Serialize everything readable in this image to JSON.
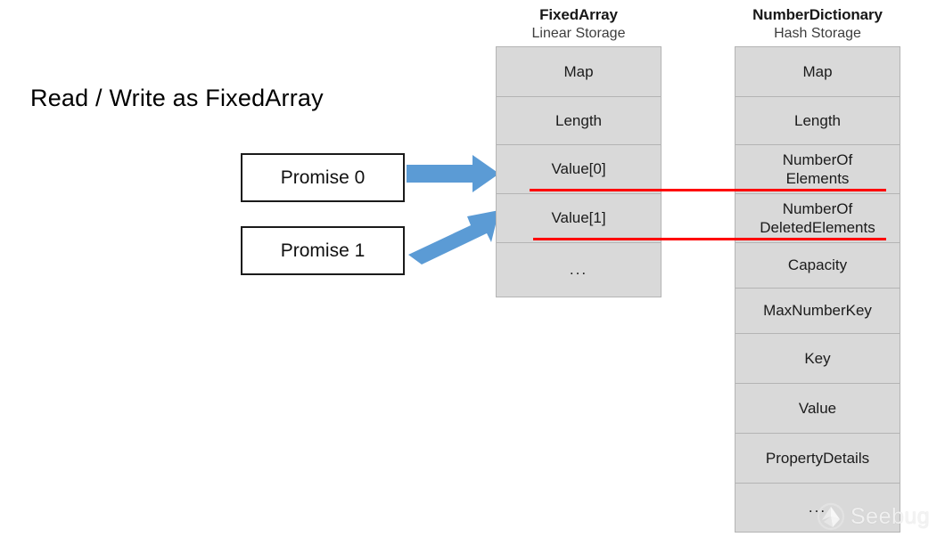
{
  "caption": "Read / Write as FixedArray",
  "promises": [
    {
      "label": "Promise 0"
    },
    {
      "label": "Promise 1"
    }
  ],
  "arrows": [
    {
      "name": "arrow-to-value0",
      "color": "#5B9BD5"
    },
    {
      "name": "arrow-to-value1",
      "color": "#5B9BD5"
    }
  ],
  "structs": [
    {
      "title": "FixedArray",
      "subtitle": "Linear Storage",
      "cells": [
        {
          "lines": [
            "Map"
          ]
        },
        {
          "lines": [
            "Length"
          ]
        },
        {
          "lines": [
            "Value[0]"
          ]
        },
        {
          "lines": [
            "Value[1]"
          ]
        },
        {
          "lines": [
            "..."
          ]
        }
      ]
    },
    {
      "title": "NumberDictionary",
      "subtitle": "Hash Storage",
      "cells": [
        {
          "lines": [
            "Map"
          ]
        },
        {
          "lines": [
            "Length"
          ]
        },
        {
          "lines": [
            "NumberOf",
            "Elements"
          ]
        },
        {
          "lines": [
            "NumberOf",
            "DeletedElements"
          ]
        },
        {
          "lines": [
            "Capacity"
          ]
        },
        {
          "lines": [
            "MaxNumberKey"
          ]
        },
        {
          "lines": [
            "Key"
          ]
        },
        {
          "lines": [
            "Value"
          ]
        },
        {
          "lines": [
            "PropertyDetails"
          ]
        },
        {
          "lines": [
            "..."
          ]
        }
      ]
    }
  ],
  "annotation_lines": [
    {
      "name": "red-underline-elements",
      "color": "#FF0000"
    },
    {
      "name": "red-underline-deleted-elements",
      "color": "#FF0000"
    }
  ],
  "watermark": {
    "text": "Seebug"
  },
  "colors": {
    "cell_fill": "#D9D9D9",
    "cell_border": "#B4B4B4",
    "arrow_blue": "#5B9BD5",
    "annotation_red": "#FF0000",
    "box_border": "#1A1A1A"
  }
}
